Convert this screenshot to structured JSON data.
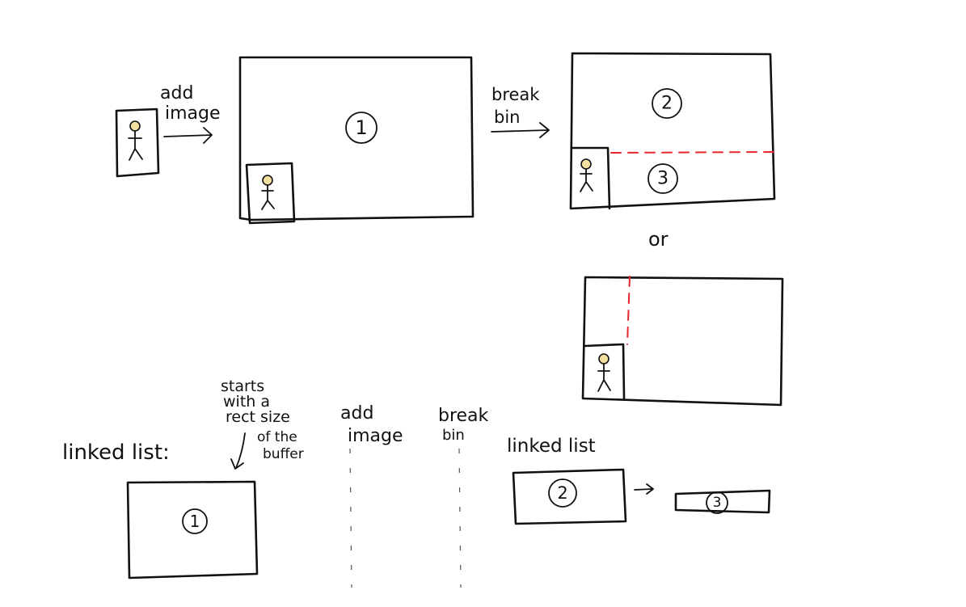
{
  "labels": {
    "add_image_top_1": "add",
    "add_image_top_2": "image",
    "break_bin_top_1": "break",
    "break_bin_top_2": "bin",
    "or": "or",
    "linked_list_left": "linked list:",
    "starts_note_1": "starts",
    "starts_note_2": "with a",
    "starts_note_3": "rect size",
    "starts_note_4": "of the",
    "starts_note_5": "buffer",
    "add_image_bottom_1": "add",
    "add_image_bottom_2": "image",
    "break_bin_bottom_1": "break",
    "break_bin_bottom_2": "bin",
    "linked_list_right": "linked list"
  },
  "numbers": {
    "bin_1_top": "1",
    "bin_2_top": "2",
    "bin_3_top": "3",
    "bin_1_bottom": "1",
    "bin_2_bottom": "2",
    "bin_3_bottom": "3"
  },
  "colors": {
    "ink": "#111111",
    "split_line": "#e8262a",
    "figure_head": "#f3dfa0"
  }
}
